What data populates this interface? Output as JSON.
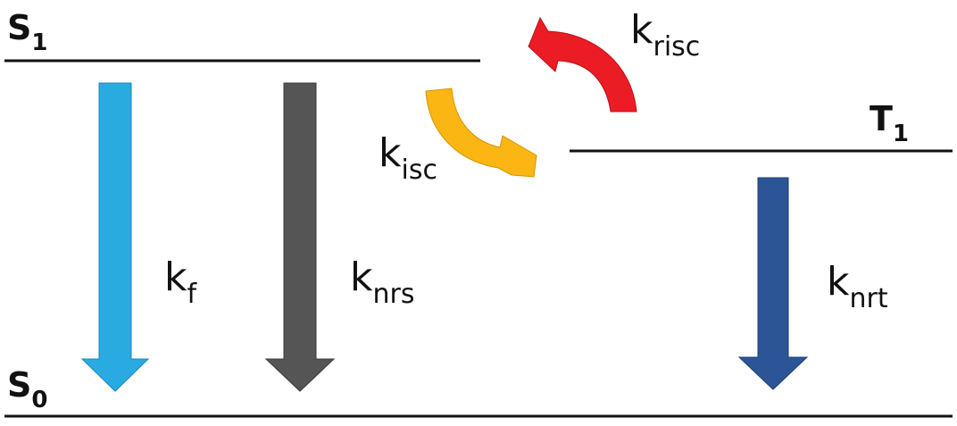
{
  "states": {
    "s1": {
      "letter": "S",
      "index": "1"
    },
    "s0": {
      "letter": "S",
      "index": "0"
    },
    "t1": {
      "letter": "T",
      "index": "1"
    }
  },
  "rates": {
    "kf": {
      "k": "k",
      "sub": "f"
    },
    "knrs": {
      "k": "k",
      "sub": "nrs"
    },
    "kisc": {
      "k": "k",
      "sub": "isc"
    },
    "krisc": {
      "k": "k",
      "sub": "risc"
    },
    "knrt": {
      "k": "k",
      "sub": "nrt"
    }
  },
  "colors": {
    "fluorescence": "#29abe2",
    "nonrad_singlet": "#555555",
    "nonrad_triplet": "#2b5597",
    "isc": "#fbb613",
    "risc": "#ec1c24",
    "level_line": "#111111"
  }
}
